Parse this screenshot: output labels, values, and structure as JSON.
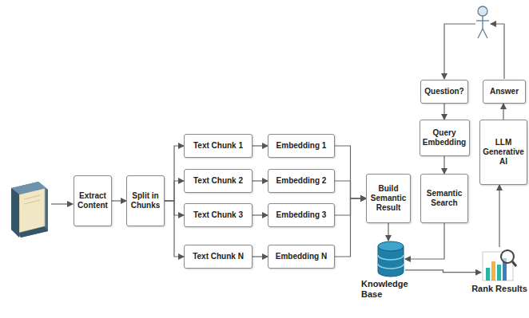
{
  "diagram": {
    "nodes": [
      {
        "text": [
          "Extract Content"
        ]
      },
      {
        "text": [
          "Split in Chunks"
        ]
      },
      {
        "text": [
          "Text Chunk 1"
        ]
      },
      {
        "text": [
          "Text Chunk 2"
        ]
      },
      {
        "text": [
          "Text Chunk 3"
        ]
      },
      {
        "text": [
          "Text Chunk N"
        ]
      },
      {
        "text": [
          "Embedding 1"
        ]
      },
      {
        "text": [
          "Embedding 2"
        ]
      },
      {
        "text": [
          "Embedding 3"
        ]
      },
      {
        "text": [
          "Embedding N"
        ]
      },
      {
        "text": [
          "Build Semantic Result"
        ]
      },
      {
        "text": [
          "Knowledge Base"
        ]
      },
      {
        "text": [
          "Question?"
        ]
      },
      {
        "text": [
          "Query Embedding"
        ]
      },
      {
        "text": [
          "Semantic Search"
        ]
      },
      {
        "text": [
          "Answer"
        ]
      },
      {
        "text": [
          "LLM Generative AI"
        ]
      },
      {
        "text": [
          "Rank Results"
        ]
      }
    ],
    "edges": [
      {
        "from": 0,
        "to": 1,
        "arrow": "to"
      },
      {
        "from": 1,
        "to": 2,
        "arrow": "to"
      },
      {
        "from": 1,
        "to": 3,
        "arrow": "to"
      },
      {
        "from": 1,
        "to": 4,
        "arrow": "to"
      },
      {
        "from": 1,
        "to": 5,
        "arrow": "to"
      },
      {
        "from": 2,
        "to": 6,
        "arrow": "to"
      },
      {
        "from": 3,
        "to": 7,
        "arrow": "to"
      },
      {
        "from": 4,
        "to": 8,
        "arrow": "to"
      },
      {
        "from": 5,
        "to": 9,
        "arrow": "to"
      },
      {
        "from": 6,
        "to": 10,
        "arrow": "to"
      },
      {
        "from": 7,
        "to": 10,
        "arrow": "to"
      },
      {
        "from": 8,
        "to": 10,
        "arrow": "to"
      },
      {
        "from": 9,
        "to": 10,
        "arrow": "to"
      },
      {
        "from": 10,
        "to": 11,
        "arrow": "to"
      },
      {
        "from": 12,
        "to": 13,
        "arrow": "to"
      },
      {
        "from": 13,
        "to": 14,
        "arrow": "to"
      },
      {
        "from": 14,
        "to": 11,
        "arrow": "to"
      },
      {
        "from": 11,
        "to": 17,
        "arrow": "to"
      },
      {
        "from": 17,
        "to": 16,
        "arrow": "to"
      },
      {
        "from": 16,
        "to": 15,
        "arrow": "to"
      }
    ]
  }
}
